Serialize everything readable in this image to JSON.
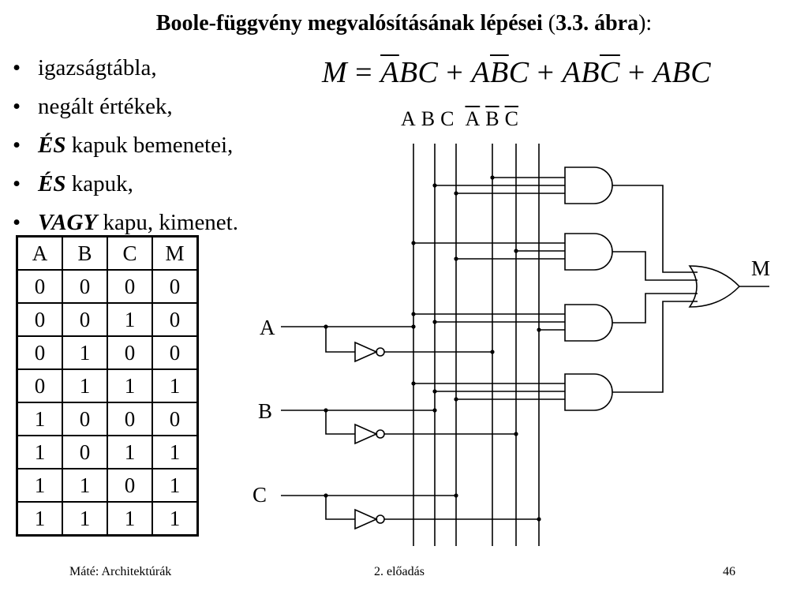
{
  "title": {
    "main": "Boole-függvény megvalósításának lépései",
    "paren_open": "(",
    "reference": "3.3. ábra",
    "paren_close": "):"
  },
  "bullets": [
    {
      "emph": "",
      "text": "igazságtábla,"
    },
    {
      "emph": "",
      "text": "negált értékek,"
    },
    {
      "emph": "ÉS",
      "text": " kapuk bemenetei,"
    },
    {
      "emph": "ÉS",
      "text": " kapuk,"
    },
    {
      "emph": "VAGY",
      "text": " kapu, kimenet."
    }
  ],
  "formula": {
    "lhs": "M",
    "eq": "=",
    "plus": "+",
    "t1_neg": "A",
    "t1_rest": "BC",
    "t2_pre": "A",
    "t2_neg": "B",
    "t2_post": "C",
    "t3_pre": "AB",
    "t3_neg": "C",
    "t4": "ABC"
  },
  "truth_table": {
    "headers": [
      "A",
      "B",
      "C",
      "M"
    ],
    "rows": [
      [
        "0",
        "0",
        "0",
        "0"
      ],
      [
        "0",
        "0",
        "1",
        "0"
      ],
      [
        "0",
        "1",
        "0",
        "0"
      ],
      [
        "0",
        "1",
        "1",
        "1"
      ],
      [
        "1",
        "0",
        "0",
        "0"
      ],
      [
        "1",
        "0",
        "1",
        "1"
      ],
      [
        "1",
        "1",
        "0",
        "1"
      ],
      [
        "1",
        "1",
        "1",
        "1"
      ]
    ]
  },
  "circuit": {
    "bus_labels": {
      "a": "A",
      "b": "B",
      "c": "C",
      "na": "A",
      "nb": "B",
      "nc": "C"
    },
    "input_a": "A",
    "input_b": "B",
    "input_c": "C",
    "output": "M"
  },
  "footer": {
    "left": "Máté: Architektúrák",
    "center": "2. előadás",
    "right": "46"
  }
}
